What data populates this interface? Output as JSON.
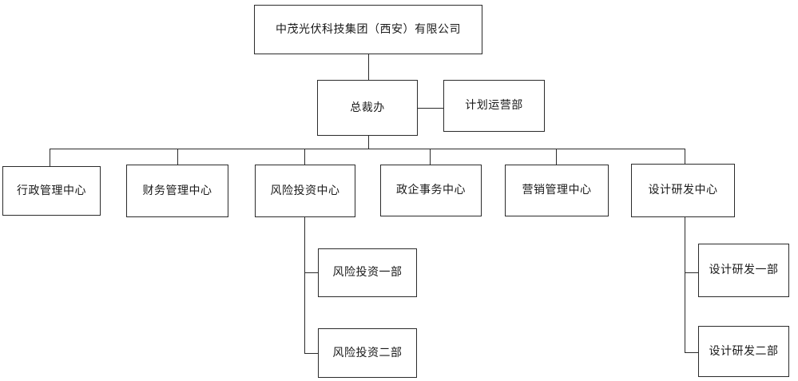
{
  "diagram": {
    "type": "org-chart",
    "title_text": "中茂光伏科技集团（西安）有限公司",
    "orientation": "top-down",
    "colors": {
      "background": "#ffffff",
      "box_border": "#2b2b2b",
      "box_fill": "#ffffff",
      "text": "#1a1a1a",
      "connector": "#2b2b2b"
    },
    "levels": {
      "root": {
        "id": "company",
        "label": "中茂光伏科技集团（西安）有限公司"
      },
      "executive": {
        "id": "presidents-office",
        "label": "总裁办"
      },
      "staff": {
        "id": "planning-operations",
        "label": "计划运营部"
      },
      "centers": [
        {
          "id": "administration-center",
          "label": "行政管理中心"
        },
        {
          "id": "finance-center",
          "label": "财务管理中心"
        },
        {
          "id": "venture-investment-center",
          "label": "风险投资中心"
        },
        {
          "id": "government-enterprise-center",
          "label": "政企事务中心"
        },
        {
          "id": "marketing-center",
          "label": "营销管理中心"
        },
        {
          "id": "design-rnd-center",
          "label": "设计研发中心"
        }
      ],
      "venture_departments": [
        {
          "id": "venture-dept-1",
          "label": "风险投资一部"
        },
        {
          "id": "venture-dept-2",
          "label": "风险投资二部"
        }
      ],
      "design_departments": [
        {
          "id": "design-dept-1",
          "label": "设计研发一部"
        },
        {
          "id": "design-dept-2",
          "label": "设计研发二部"
        }
      ]
    }
  }
}
